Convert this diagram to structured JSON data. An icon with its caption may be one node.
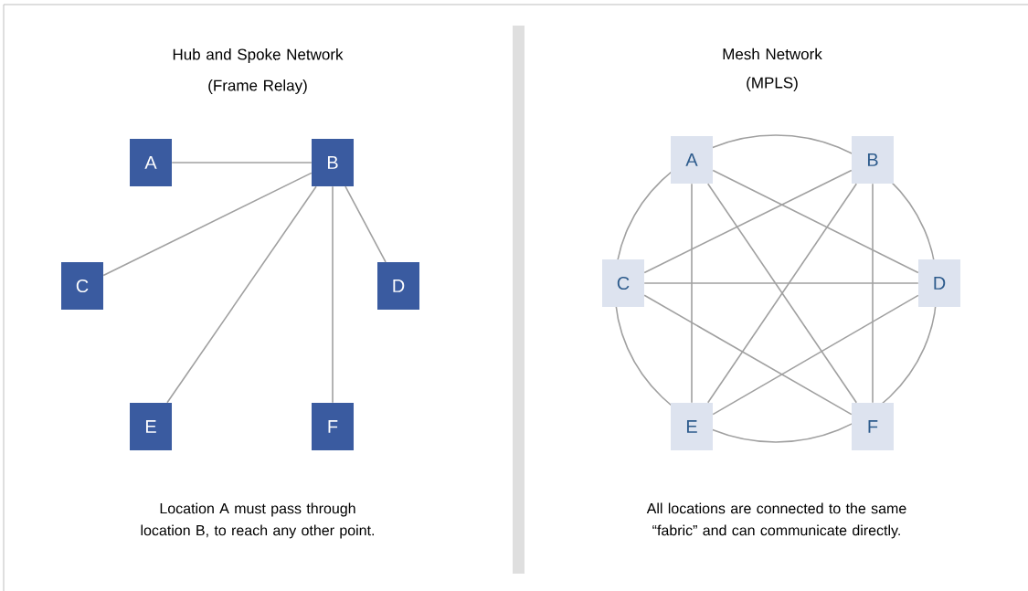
{
  "diagram": {
    "nodes": [
      {
        "text": [
          "A"
        ]
      },
      {
        "text": [
          "B"
        ]
      },
      {
        "text": [
          "C"
        ]
      },
      {
        "text": [
          "D"
        ]
      },
      {
        "text": [
          "E"
        ]
      },
      {
        "text": [
          "F"
        ]
      },
      {
        "text": [
          "A"
        ]
      },
      {
        "text": [
          "B"
        ]
      },
      {
        "text": [
          "C"
        ]
      },
      {
        "text": [
          "D"
        ]
      },
      {
        "text": [
          "E"
        ]
      },
      {
        "text": [
          "F"
        ]
      }
    ],
    "edges": [
      {
        "from": 0,
        "to": 1,
        "arrow": "none"
      },
      {
        "from": 1,
        "to": 2,
        "arrow": "none"
      },
      {
        "from": 1,
        "to": 3,
        "arrow": "none"
      },
      {
        "from": 1,
        "to": 4,
        "arrow": "none"
      },
      {
        "from": 1,
        "to": 5,
        "arrow": "none"
      },
      {
        "from": 6,
        "to": 10,
        "arrow": "none"
      },
      {
        "from": 6,
        "to": 11,
        "arrow": "none"
      },
      {
        "from": 6,
        "to": 9,
        "arrow": "none"
      },
      {
        "from": 7,
        "to": 8,
        "arrow": "none"
      },
      {
        "from": 7,
        "to": 10,
        "arrow": "none"
      },
      {
        "from": 7,
        "to": 11,
        "arrow": "none"
      },
      {
        "from": 8,
        "to": 9,
        "arrow": "none"
      },
      {
        "from": 8,
        "to": 11,
        "arrow": "none"
      },
      {
        "from": 9,
        "to": 10,
        "arrow": "none"
      }
    ],
    "labels": [
      "Hub and Spoke Network",
      "(Frame Relay)",
      "Mesh Network",
      "(MPLS)",
      "Location A must pass through location B, to reach any other point.",
      "All locations are connected to the same “fabric” and can communicate directly."
    ]
  }
}
